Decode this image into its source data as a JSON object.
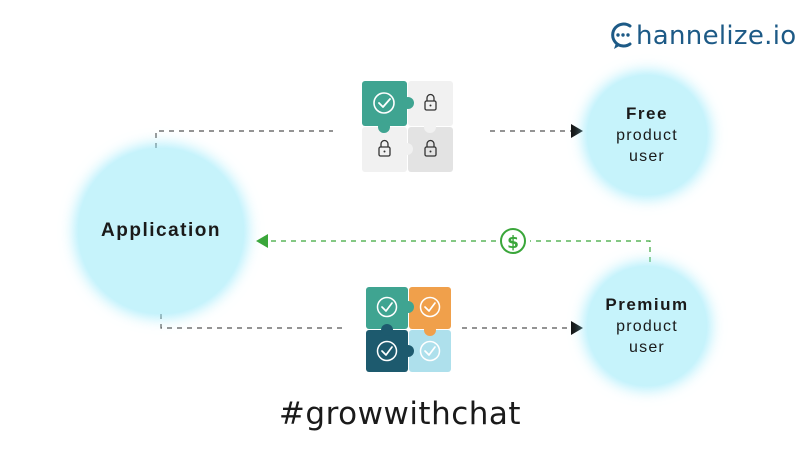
{
  "brand": {
    "logo_icon": "chat-bubble-icon",
    "text_rest": "hannelize.io",
    "color": "#1d5a86"
  },
  "nodes": {
    "application": {
      "label": "Application"
    },
    "free": {
      "line1": "Free",
      "line2": "product",
      "line3": "user"
    },
    "premium": {
      "line1": "Premium",
      "line2": "product",
      "line3": "user"
    }
  },
  "connectors": {
    "application_to_free": {
      "style": "dashed",
      "color": "#555555",
      "arrow": "right"
    },
    "application_to_premium": {
      "style": "dashed",
      "color": "#555555",
      "arrow": "right"
    },
    "premium_to_application": {
      "style": "dashed",
      "color": "#3aa63a",
      "arrow": "left",
      "icon": "dollar-icon"
    }
  },
  "free_puzzle": {
    "pieces": [
      {
        "state": "unlocked",
        "icon": "check-icon",
        "color": "#3fa491"
      },
      {
        "state": "locked",
        "icon": "lock-icon",
        "color": "#f1f1f1"
      },
      {
        "state": "locked",
        "icon": "lock-icon",
        "color": "#f1f1f1"
      },
      {
        "state": "locked",
        "icon": "lock-icon",
        "color": "#e3e3e3"
      }
    ]
  },
  "premium_puzzle": {
    "pieces": [
      {
        "state": "unlocked",
        "icon": "check-icon",
        "color": "#3fa491"
      },
      {
        "state": "unlocked",
        "icon": "check-icon",
        "color": "#f0a04b"
      },
      {
        "state": "unlocked",
        "icon": "check-icon",
        "color": "#1d5a6e"
      },
      {
        "state": "unlocked",
        "icon": "check-icon",
        "color": "#aee0ec"
      }
    ]
  },
  "footer": {
    "hashtag": "#growwithchat"
  }
}
